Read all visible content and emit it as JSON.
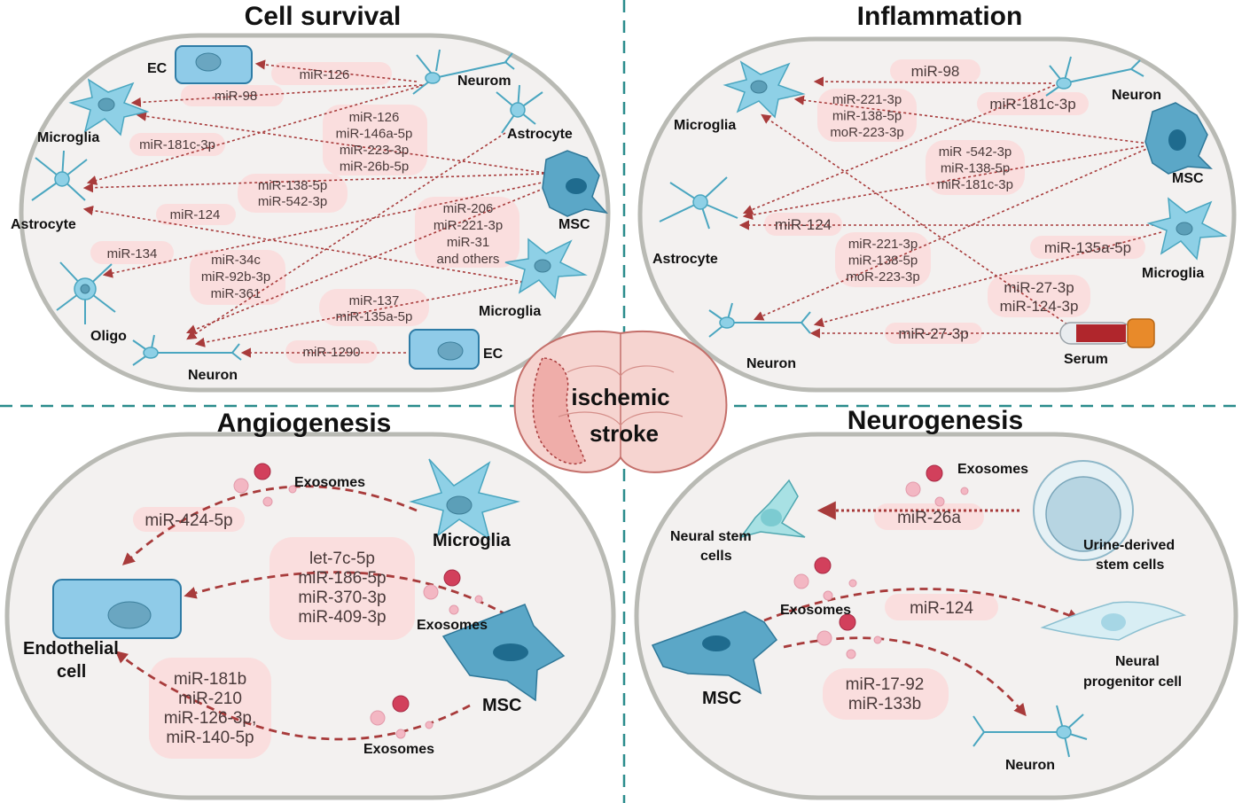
{
  "center": {
    "line1": "ischemic",
    "line2": "stroke"
  },
  "panels": {
    "cell_survival": {
      "title": "Cell survival",
      "cells": {
        "ec_top": "EC",
        "neurom": "Neurom",
        "microglia_left": "Microglia",
        "astrocyte_right": "Astrocyte",
        "msc": "MSC",
        "astrocyte_left": "Astrocyte",
        "oligo": "Oligo",
        "microglia_right": "Microglia",
        "neuron": "Neuron",
        "ec_bottom": "EC"
      },
      "mirnas": {
        "m126": [
          "miR-126"
        ],
        "m98": [
          "miR-98"
        ],
        "cluster1": [
          "miR-126",
          "miR-146a-5p",
          "miR-223-3p",
          "miR-26b-5p"
        ],
        "m181c": [
          "miR-181c-3p"
        ],
        "m138": [
          "miR-138-5p",
          "miR-542-3p"
        ],
        "m124": [
          "miR-124"
        ],
        "cluster2": [
          "miR-206",
          "miR-221-3p",
          "miR-31",
          "and others"
        ],
        "m134": [
          "miR-134"
        ],
        "cluster3": [
          "miR-34c",
          "miR-92b-3p",
          "miR-361"
        ],
        "m137": [
          "miR-137",
          "miR-135a-5p"
        ],
        "m1290": [
          "miR-1290"
        ]
      }
    },
    "inflammation": {
      "title": "Inflammation",
      "cells": {
        "microglia_left": "Microglia",
        "neuron_top": "Neuron",
        "msc": "MSC",
        "astrocyte": "Astrocyte",
        "microglia_right": "Microglia",
        "neuron_bottom": "Neuron",
        "serum": "Serum"
      },
      "mirnas": {
        "m98": [
          "miR-98"
        ],
        "clusterA": [
          "miR-221-3p",
          "miR-138-5p",
          "moR-223-3p"
        ],
        "m181c": [
          "miR-181c-3p"
        ],
        "clusterB": [
          "miR -542-3p",
          "miR-138-5p",
          "miR-181c-3p"
        ],
        "m124": [
          "miR-124"
        ],
        "clusterC": [
          "miR-221-3p",
          "miR-138-5p",
          "moR-223-3p"
        ],
        "m135a": [
          "miR-135a-5p"
        ],
        "m27_124": [
          "miR-27-3p",
          "miR-124-3p"
        ],
        "m27": [
          "miR-27-3p"
        ]
      }
    },
    "angiogenesis": {
      "title": "Angiogenesis",
      "cells": {
        "endothelial_line1": "Endothelial",
        "endothelial_line2": "cell",
        "microglia": "Microglia",
        "msc": "MSC"
      },
      "exosome_labels": {
        "top": "Exosomes",
        "middle": "Exosomes",
        "bottom": "Exosomes"
      },
      "mirnas": {
        "m424": [
          "miR-424-5p"
        ],
        "clusterA": [
          "let-7c-5p",
          "miR-186-5p",
          "miR-370-3p",
          "miR-409-3p"
        ],
        "clusterB": [
          "miR-181b",
          "miR-210",
          "miR-126-3p,",
          "miR-140-5p"
        ]
      }
    },
    "neurogenesis": {
      "title": "Neurogenesis",
      "cells": {
        "nsc_line1": "Neural stem",
        "nsc_line2": "cells",
        "urine_line1": "Urine-derived",
        "urine_line2": "stem cells",
        "msc": "MSC",
        "npc_line1": "Neural",
        "npc_line2": "progenitor cell",
        "neuron": "Neuron"
      },
      "exosome_labels": {
        "top": "Exosomes",
        "middle": "Exosomes"
      },
      "mirnas": {
        "m26a": [
          "miR-26a"
        ],
        "m124": [
          "miR-124"
        ],
        "cluster": [
          "miR-17-92",
          "miR-133b"
        ]
      }
    }
  },
  "colors": {
    "arrow": "#a83b3b",
    "divider": "#2a8c8c",
    "oval_fill": "#f3f1f0",
    "oval_stroke": "#b9bab4",
    "pill": "#fbdcdc",
    "cell_blue": "#7fc3dc",
    "exosome": "#d2405c"
  }
}
